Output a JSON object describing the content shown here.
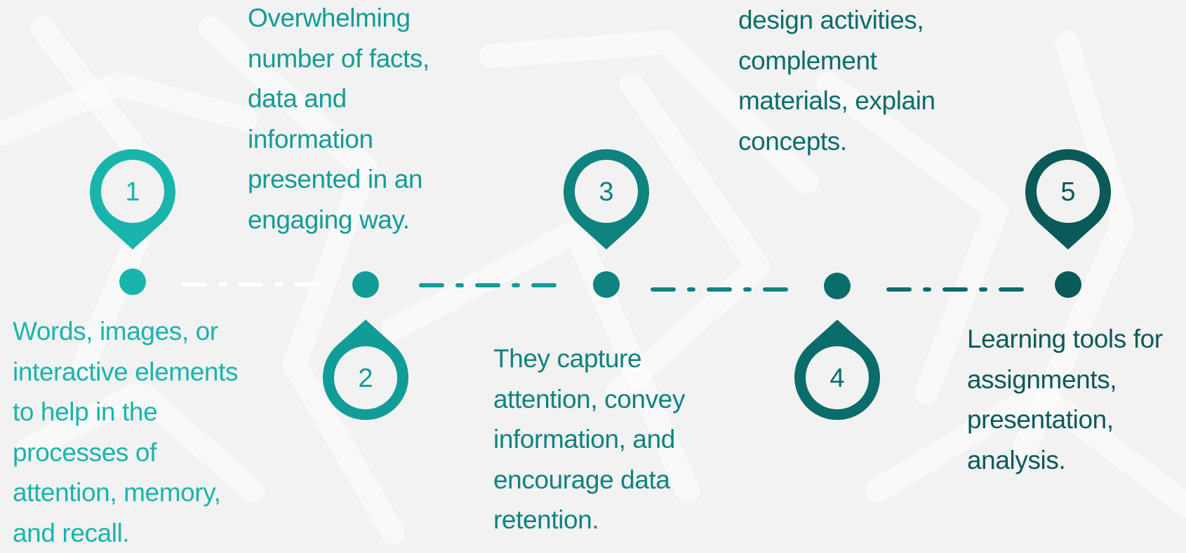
{
  "steps": [
    {
      "number": "1",
      "color": "#19b5ad",
      "pin_position": "above",
      "text_position": "below",
      "text": "Words, images, or\ninteractive elements\nto help in the\nprocesses of\nattention, memory,\nand recall."
    },
    {
      "number": "2",
      "color": "#129c97",
      "pin_position": "below",
      "text_position": "above",
      "text": "Overwhelming\nnumber of facts,\ndata and\ninformation\npresented in an\nengaging way."
    },
    {
      "number": "3",
      "color": "#0e837f",
      "pin_position": "above",
      "text_position": "below",
      "text": "They capture\nattention, convey\ninformation, and\nencourage data\nretention."
    },
    {
      "number": "4",
      "color": "#0b6d6b",
      "pin_position": "below",
      "text_position": "above",
      "text": "design activities,\ncomplement\nmaterials, explain\nconcepts."
    },
    {
      "number": "5",
      "color": "#0a5a59",
      "pin_position": "above",
      "text_position": "below",
      "text": "Learning tools for\nassignments,\npresentation,\nanalysis."
    }
  ],
  "connectors": [
    {
      "color": "#ffffff"
    },
    {
      "color": "#129c97"
    },
    {
      "color": "#0e837f"
    },
    {
      "color": "#0b6d6b"
    }
  ],
  "colors": {
    "background": "#f2f2f2",
    "watermark": "#ffffff"
  }
}
